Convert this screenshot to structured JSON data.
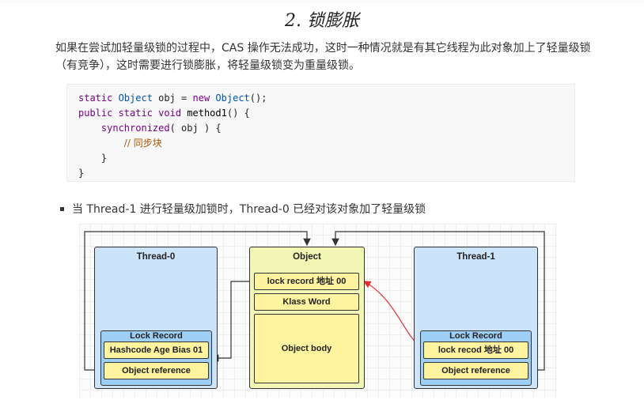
{
  "heading": "2. 锁膨胀",
  "paragraph": "如果在尝试加轻量级锁的过程中，CAS 操作无法成功，这时一种情况就是有其它线程为此对象加上了轻量级锁（有竞争），这时需要进行锁膨胀，将轻量级锁变为重量级锁。",
  "code": {
    "line1": {
      "kw1": "static ",
      "ty": "Object",
      "rest1": " obj = ",
      "kw2": "new ",
      "ty2": "Object",
      "rest2": "();"
    },
    "line2": {
      "kw1": "public static void ",
      "fn": "method1",
      "rest": "() {"
    },
    "line3": {
      "indent": "    ",
      "kw": "synchronized",
      "rest": "( obj ) {"
    },
    "line4": {
      "indent": "        ",
      "comment": "// 同步块"
    },
    "line5": "    }",
    "line6": "}"
  },
  "bullet": "当 Thread-1 进行轻量级加锁时，Thread-0 已经对该对象加了轻量级锁",
  "diagram": {
    "thread0": {
      "title": "Thread-0",
      "lock_record_title": "Lock Record",
      "field1": "Hashcode Age Bias 01",
      "field2": "Object reference"
    },
    "object": {
      "title": "Object",
      "field1": "lock record 地址 00",
      "field2": "Klass Word",
      "field3": "Object body"
    },
    "thread1": {
      "title": "Thread-1",
      "lock_record_title": "Lock Record",
      "field1": "lock recod 地址 00",
      "field2": "Object reference"
    },
    "colors": {
      "thread_bg": "#cce4fa",
      "lock_record_bg": "#9ecff7",
      "object_bg": "#f2f6b4",
      "field_bg": "#fff3a0",
      "cas_arrow": "#e03030"
    }
  }
}
